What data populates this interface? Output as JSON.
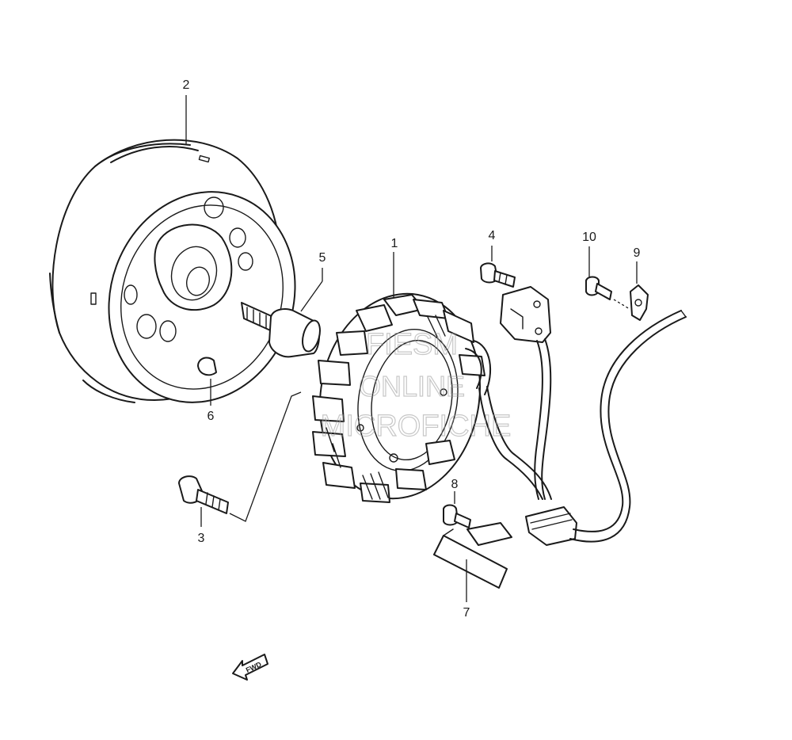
{
  "callouts": {
    "stator": "1",
    "rotor": "2",
    "stator_bolt": "3",
    "pickup_bolt": "4",
    "rotor_bolt": "5",
    "key": "6",
    "lead_clamp": "7",
    "clamp_bolt": "8",
    "wire_clamp": "9",
    "wire_clamp_bolt": "10"
  },
  "watermark": {
    "line1": "FIESM",
    "line2": "ONLINE",
    "line3": "MICROFICHE"
  },
  "direction_marker": "FWD",
  "colors": {
    "line": "#1a1a1a",
    "watermark": "#9a9a9a",
    "background": "#ffffff"
  }
}
